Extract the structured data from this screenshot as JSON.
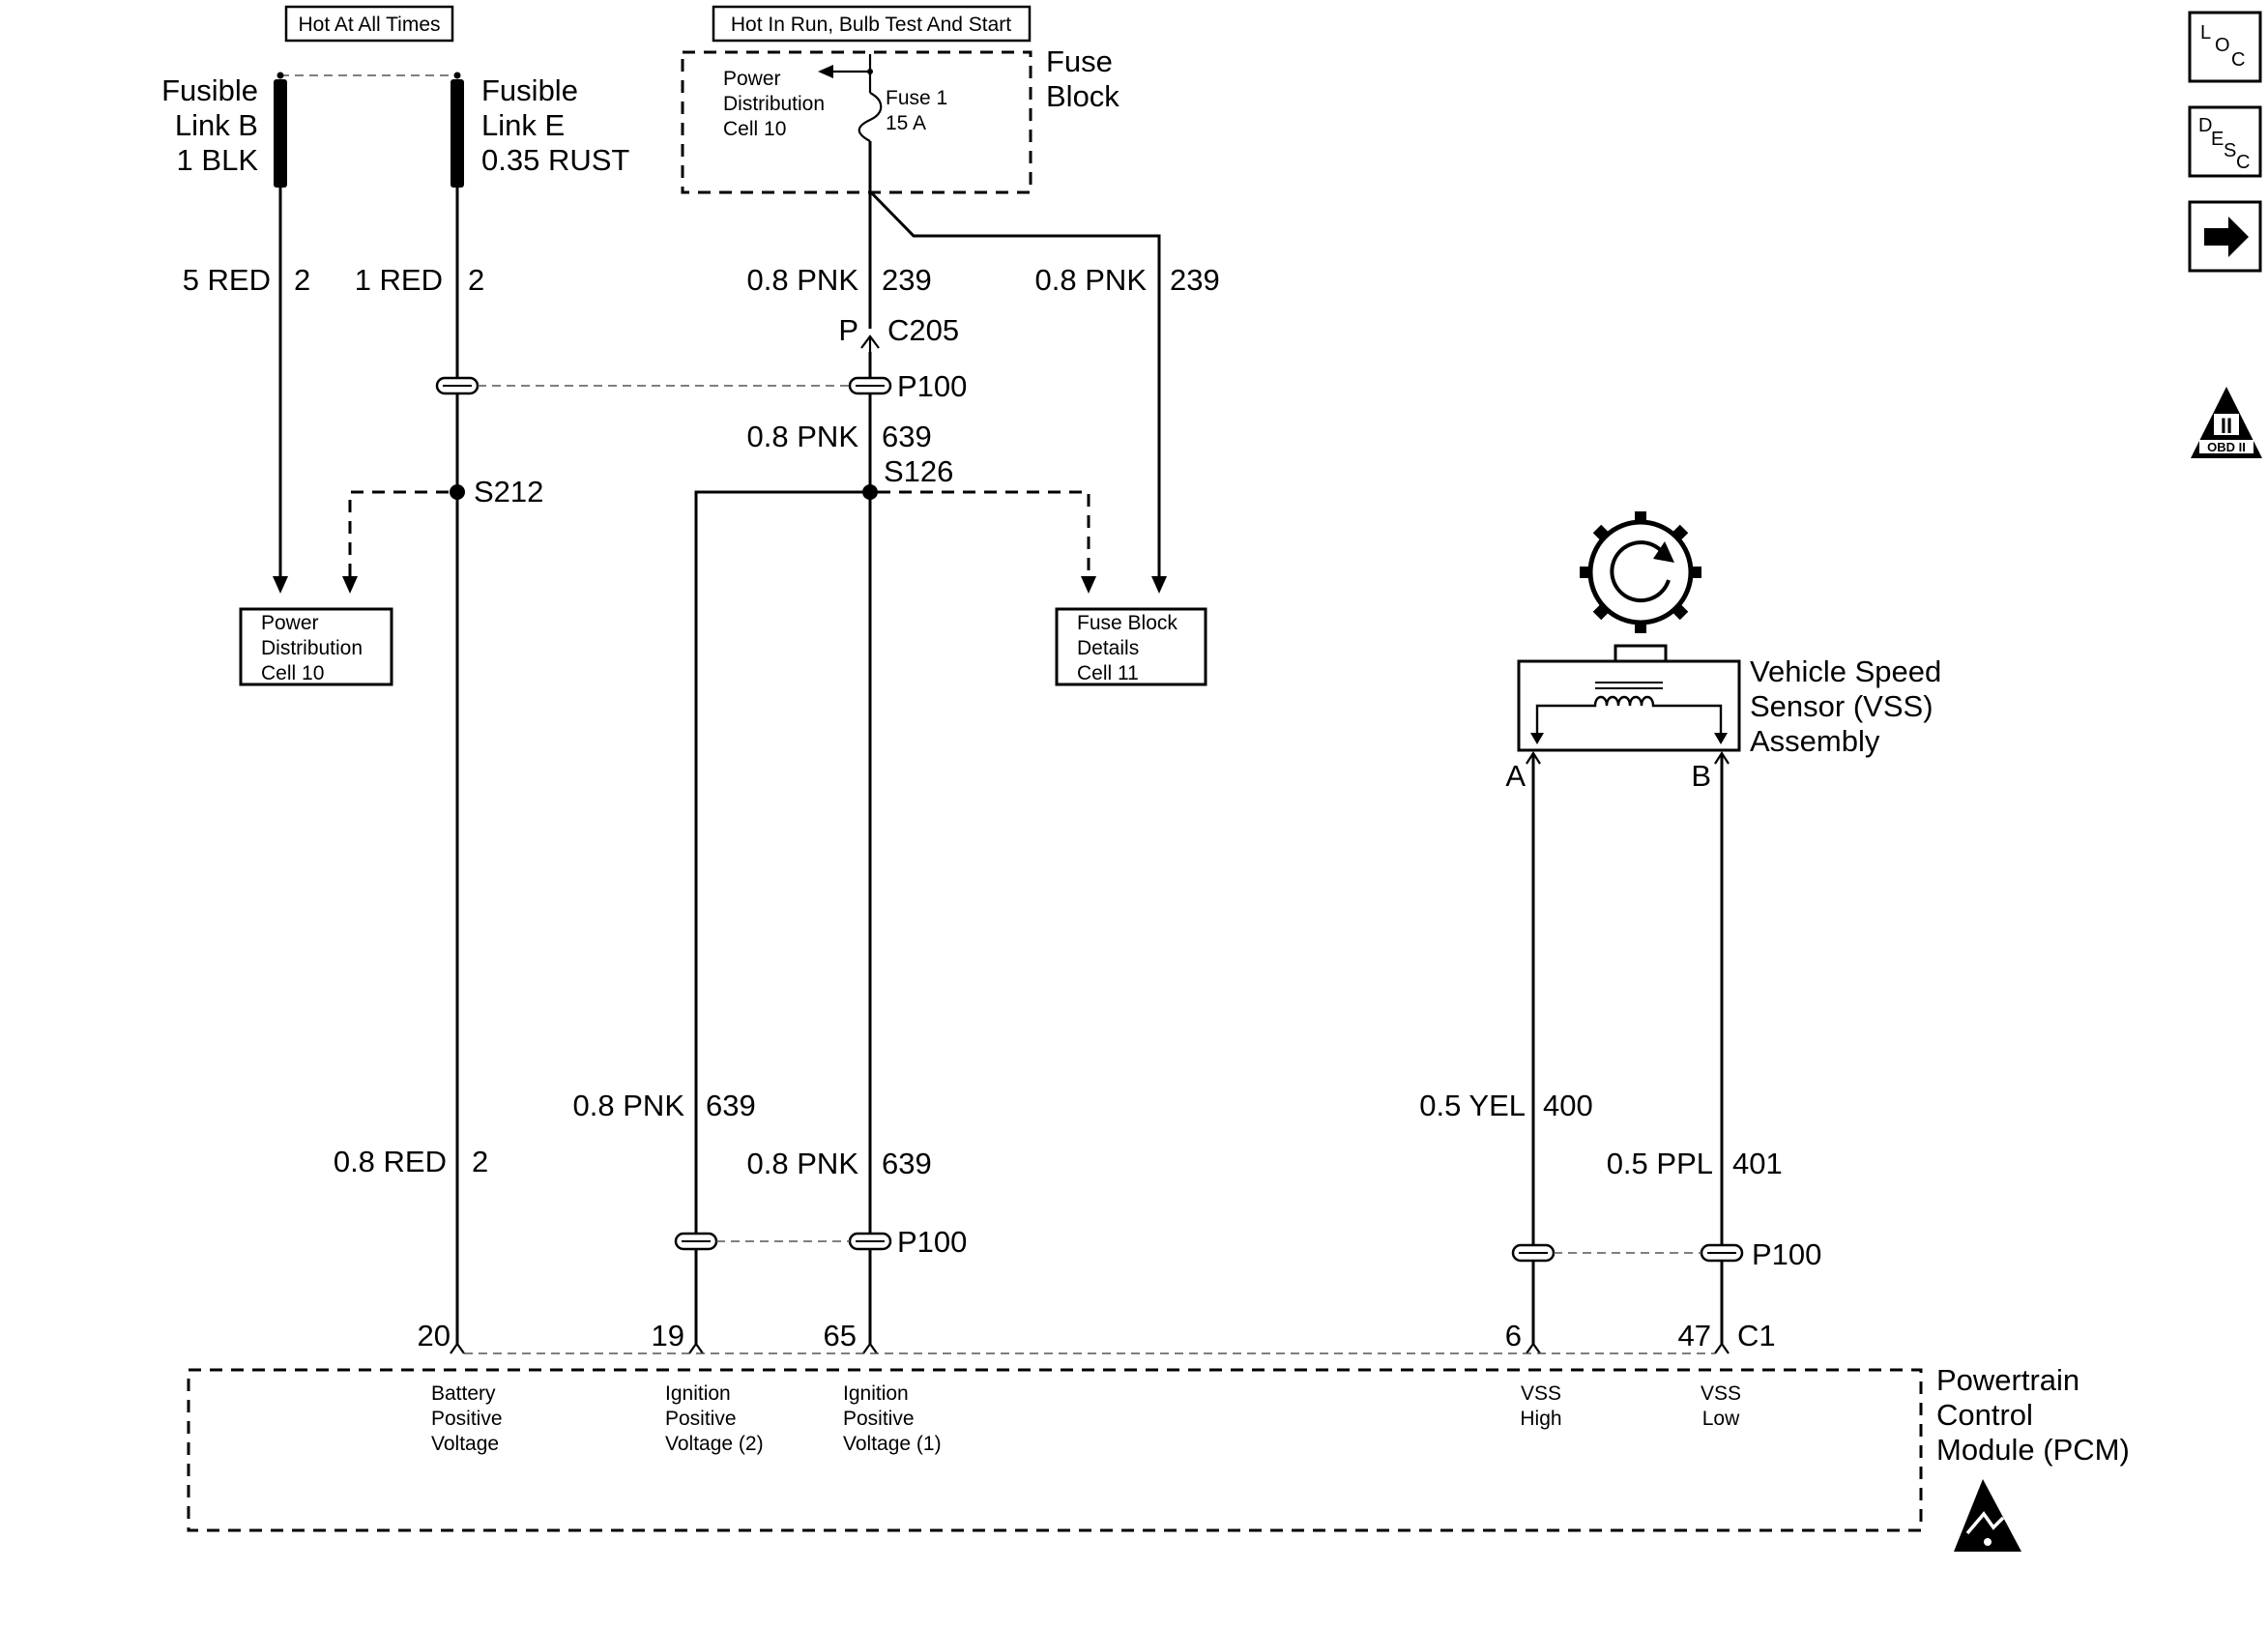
{
  "diagram": {
    "headers": {
      "hot_at_all_times": "Hot At All Times",
      "hot_in_run": "Hot In Run, Bulb Test And Start"
    },
    "fusible_link_b": [
      "Fusible",
      "Link B",
      "1 BLK"
    ],
    "fusible_link_e": [
      "Fusible",
      "Link E",
      "0.35 RUST"
    ],
    "fuse_block": {
      "label": [
        "Fuse",
        "Block"
      ],
      "inner_label": [
        "Power",
        "Distribution",
        "Cell 10"
      ],
      "fuse": [
        "Fuse 1",
        "15 A"
      ]
    },
    "wires": {
      "w5red": "5 RED",
      "w5red_circuit": "2",
      "w1red": "1 RED",
      "w1red_circuit": "2",
      "pnk239_a": "0.8 PNK",
      "pnk239_a_circuit": "239",
      "pnk239_b": "0.8 PNK",
      "pnk239_b_circuit": "239",
      "pnk639_top": "0.8 PNK",
      "pnk639_top_circuit": "639",
      "pnk639_left": "0.8 PNK",
      "pnk639_left_circuit": "639",
      "pnk639_right": "0.8 PNK",
      "pnk639_right_circuit": "639",
      "red08": "0.8 RED",
      "red08_circuit": "2",
      "yel": "0.5 YEL",
      "yel_circuit": "400",
      "ppl": "0.5 PPL",
      "ppl_circuit": "401"
    },
    "connectors": {
      "c205_pin": "P",
      "c205": "C205",
      "p100_top": "P100",
      "p100_mid": "P100",
      "p100_right": "P100",
      "c1": "C1"
    },
    "splices": {
      "s212": "S212",
      "s126": "S126"
    },
    "ref_boxes": {
      "power_distribution": [
        "Power",
        "Distribution",
        "Cell 10"
      ],
      "fuse_block_details": [
        "Fuse Block",
        "Details",
        "Cell 11"
      ]
    },
    "vss": {
      "label": [
        "Vehicle Speed",
        "Sensor (VSS)",
        "Assembly"
      ],
      "pin_a": "A",
      "pin_b": "B"
    },
    "pcm": {
      "label": [
        "Powertrain",
        "Control",
        "Module (PCM)"
      ],
      "pins": [
        {
          "num": "20",
          "label": [
            "Battery",
            "Positive",
            "Voltage"
          ]
        },
        {
          "num": "19",
          "label": [
            "Ignition",
            "Positive",
            "Voltage (2)"
          ]
        },
        {
          "num": "65",
          "label": [
            "Ignition",
            "Positive",
            "Voltage (1)"
          ]
        },
        {
          "num": "6",
          "label": [
            "VSS",
            "High"
          ]
        },
        {
          "num": "47",
          "label": [
            "VSS",
            "Low"
          ]
        }
      ]
    },
    "side_icons": {
      "loc": [
        "L",
        "O",
        "C"
      ],
      "desc": [
        "D",
        "E",
        "S",
        "C"
      ],
      "next_icon": "arrow-right-icon",
      "obd": [
        "II",
        "OBD II"
      ]
    }
  }
}
